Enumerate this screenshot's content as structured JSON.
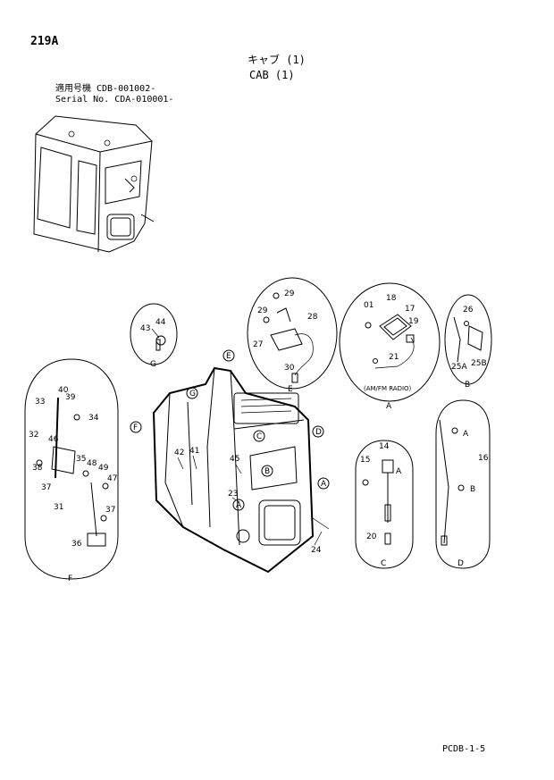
{
  "header": {
    "page_number": "219A",
    "title_jp": "キャブ (1)",
    "title_en": "CAB (1)",
    "serial_jp": "適用号機 CDB-001002-",
    "serial_en": "Serial No. CDA-010001-"
  },
  "footer": {
    "code": "PCDB-1-5"
  },
  "views": {
    "G": {
      "label": "G",
      "parts": [
        "43",
        "44"
      ]
    },
    "E": {
      "label": "E",
      "parts": [
        "29",
        "29",
        "28",
        "27",
        "30"
      ]
    },
    "A": {
      "label": "A",
      "note": "(AM/FM RADIO)",
      "parts": [
        "01",
        "18",
        "17",
        "19",
        "21"
      ]
    },
    "B": {
      "label": "B",
      "parts": [
        "26",
        "25A",
        "25B"
      ]
    },
    "F": {
      "label": "F",
      "parts": [
        "40",
        "33",
        "39",
        "34",
        "32",
        "46",
        "38",
        "35",
        "48",
        "49",
        "37",
        "47",
        "31",
        "37",
        "36"
      ]
    },
    "C": {
      "label": "C",
      "parts": [
        "14",
        "15",
        "A",
        "20"
      ]
    },
    "D": {
      "label": "D",
      "parts": [
        "A",
        "16",
        "B"
      ]
    }
  },
  "main_callouts": [
    "E",
    "F",
    "G",
    "C",
    "D",
    "B",
    "A",
    "A",
    "42",
    "41",
    "45",
    "23",
    "24"
  ]
}
